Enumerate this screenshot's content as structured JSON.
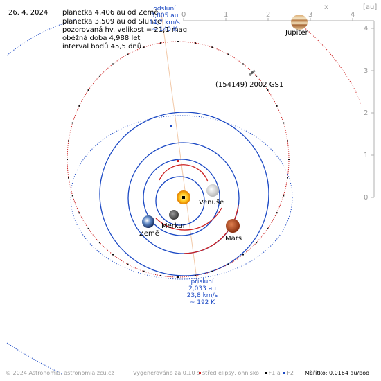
{
  "date": "26. 4. 2024",
  "info_lines": [
    "planetka 4,406 au od Země",
    "planetka 3,509 au od Slunce",
    "pozorovaná hv. velikost = 21,1 mag",
    "oběžná doba 4,988 let",
    "interval bodů 45,5 dnů"
  ],
  "aphelion": {
    "lines": [
      "odsluní",
      "3,805 au",
      "14,7 km/s",
      "~ 140 K"
    ]
  },
  "perihelion": {
    "lines": [
      "přísluní",
      "2,033 au",
      "23,8 km/s",
      "~ 192 K"
    ]
  },
  "axes": {
    "x_label": "x",
    "unit_label": "[au]",
    "x_ticks": [
      "0",
      "1",
      "2",
      "3",
      "4"
    ],
    "y_ticks": [
      "4",
      "3",
      "2",
      "1",
      "0"
    ]
  },
  "bodies": {
    "jupiter": "Jupiter",
    "asteroid": "(154149) 2002 GS1",
    "venus": "Venuše",
    "mercury": "Merkur",
    "earth": "Země",
    "mars": "Mars"
  },
  "footer": {
    "copyright": "© 2024 Astronomia, astronomia.zcu.cz",
    "generated": "Vygenerováno za 0,10 s",
    "legend_center": "střed elipsy, ohnisko",
    "legend_f1": "F1 a",
    "legend_f2": "F2",
    "scale": "Měřítko: 0,0164 au/bod"
  },
  "colors": {
    "orbit_planet": "#1a48c4",
    "orbit_asteroid": "#cc1f1f",
    "apsis_line": "#f2c9a8",
    "axis": "#b0b0b0"
  }
}
